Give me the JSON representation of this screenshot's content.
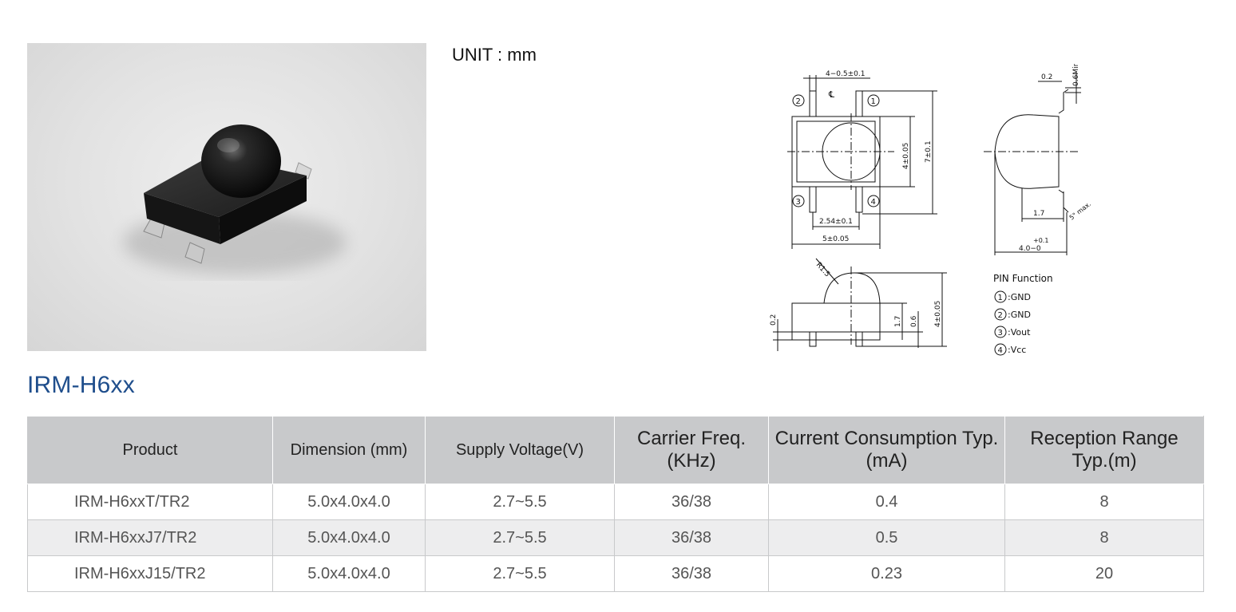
{
  "unit_label": "UNIT : mm",
  "product_title": "IRM-H6xx",
  "drawing": {
    "dims": {
      "pin_width": "4−0.5±0.1",
      "centerline": "℄",
      "body_lead_height": "4±0.05",
      "overall_height": "7±0.1",
      "pitch": "2.54±0.1",
      "body_width": "5±0.05",
      "lead_thickness": "0.2",
      "lead_min": "0.6Min.",
      "lens_offset": "1.7",
      "angle": "5° max.",
      "depth_upper": "+0.1",
      "depth_main": "4.0−0",
      "radius": "R1.5",
      "side_lead": "0.2",
      "side_1_7": "1.7",
      "side_0_6": "0.6",
      "side_height": "4±0.05"
    },
    "pins": [
      "1",
      "2",
      "3",
      "4"
    ],
    "pin_function_title": "PIN  Function",
    "pin_functions": [
      ":GND",
      ":GND",
      ":Vout",
      ":Vcc"
    ]
  },
  "table": {
    "headers": [
      "Product",
      "Dimension (mm)",
      "Supply Voltage(V)",
      "Carrier Freq. (KHz)",
      "Current Consumption Typ. (mA)",
      "Reception Range Typ.(m)"
    ],
    "rows": [
      [
        "IRM-H6xxT/TR2",
        "5.0x4.0x4.0",
        "2.7~5.5",
        "36/38",
        "0.4",
        "8"
      ],
      [
        "IRM-H6xxJ7/TR2",
        "5.0x4.0x4.0",
        "2.7~5.5",
        "36/38",
        "0.5",
        "8"
      ],
      [
        "IRM-H6xxJ15/TR2",
        "5.0x4.0x4.0",
        "2.7~5.5",
        "36/38",
        "0.23",
        "20"
      ]
    ]
  }
}
